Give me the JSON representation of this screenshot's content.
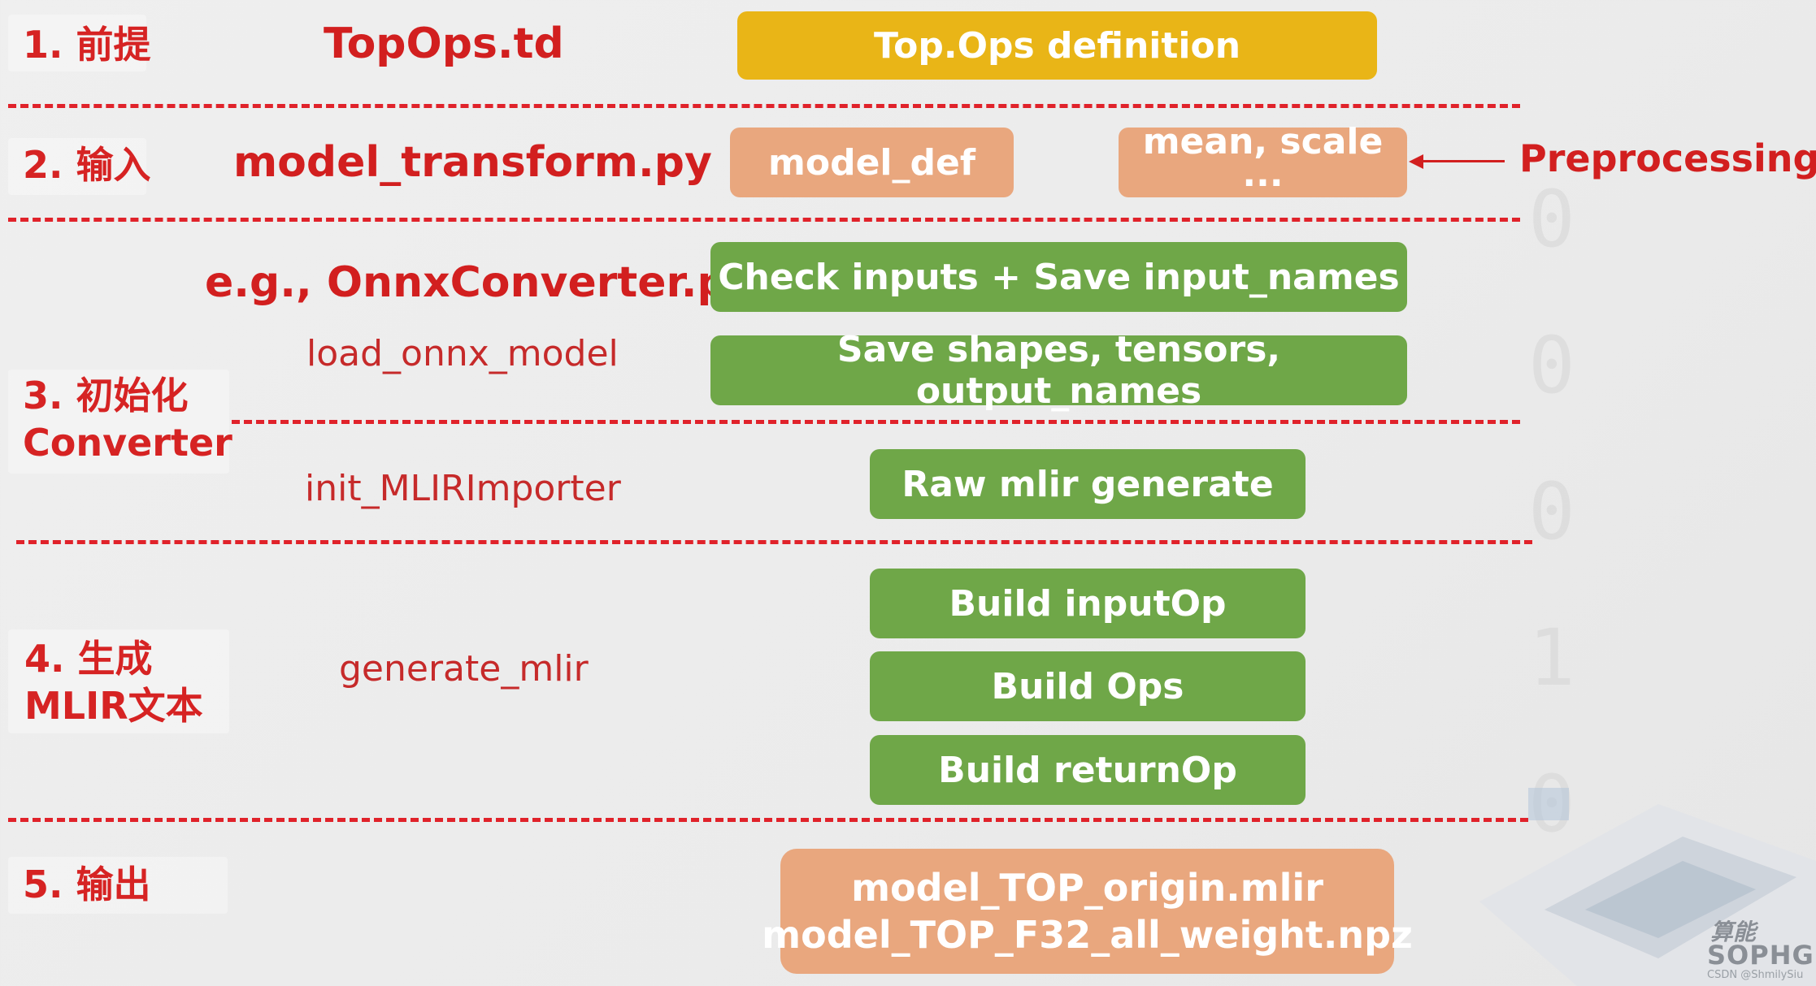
{
  "stages": [
    {
      "label_lines": [
        "1. 前提"
      ]
    },
    {
      "label_lines": [
        "2. 输入"
      ]
    },
    {
      "label_lines": [
        "3. 初始化",
        "Converter"
      ]
    },
    {
      "label_lines": [
        "4. 生成",
        "MLIR文本"
      ]
    },
    {
      "label_lines": [
        "5. 输出"
      ]
    }
  ],
  "files": {
    "topops": "TopOps.td",
    "model_transform": "model_transform.py",
    "onnx_converter": "e.g., OnnxConverter.py"
  },
  "functions": {
    "load": "load_onnx_model",
    "init": "init_MLIRImporter",
    "generate": "generate_mlir"
  },
  "boxes": {
    "topops_def": "Top.Ops definition",
    "model_def": "model_def",
    "mean_scale": "mean, scale ···",
    "check_inputs": "Check inputs + Save input_names",
    "save_shapes": "Save shapes, tensors, output_names",
    "raw_mlir": "Raw mlir generate",
    "build_input": "Build inputOp",
    "build_ops": "Build Ops",
    "build_return": "Build returnOp",
    "output_lines": [
      "model_TOP_origin.mlir",
      "model_TOP_F32_all_weight.npz"
    ]
  },
  "annotation": {
    "preprocessing": "Preprocessing"
  },
  "colors": {
    "red": "#d62323",
    "yellow": "#e9b517",
    "peach": "#e9a77e",
    "green": "#6fa748"
  },
  "logo": {
    "chinese": "算能",
    "brand": "SOPHG",
    "credit": "CSDN @ShmilySiu"
  }
}
